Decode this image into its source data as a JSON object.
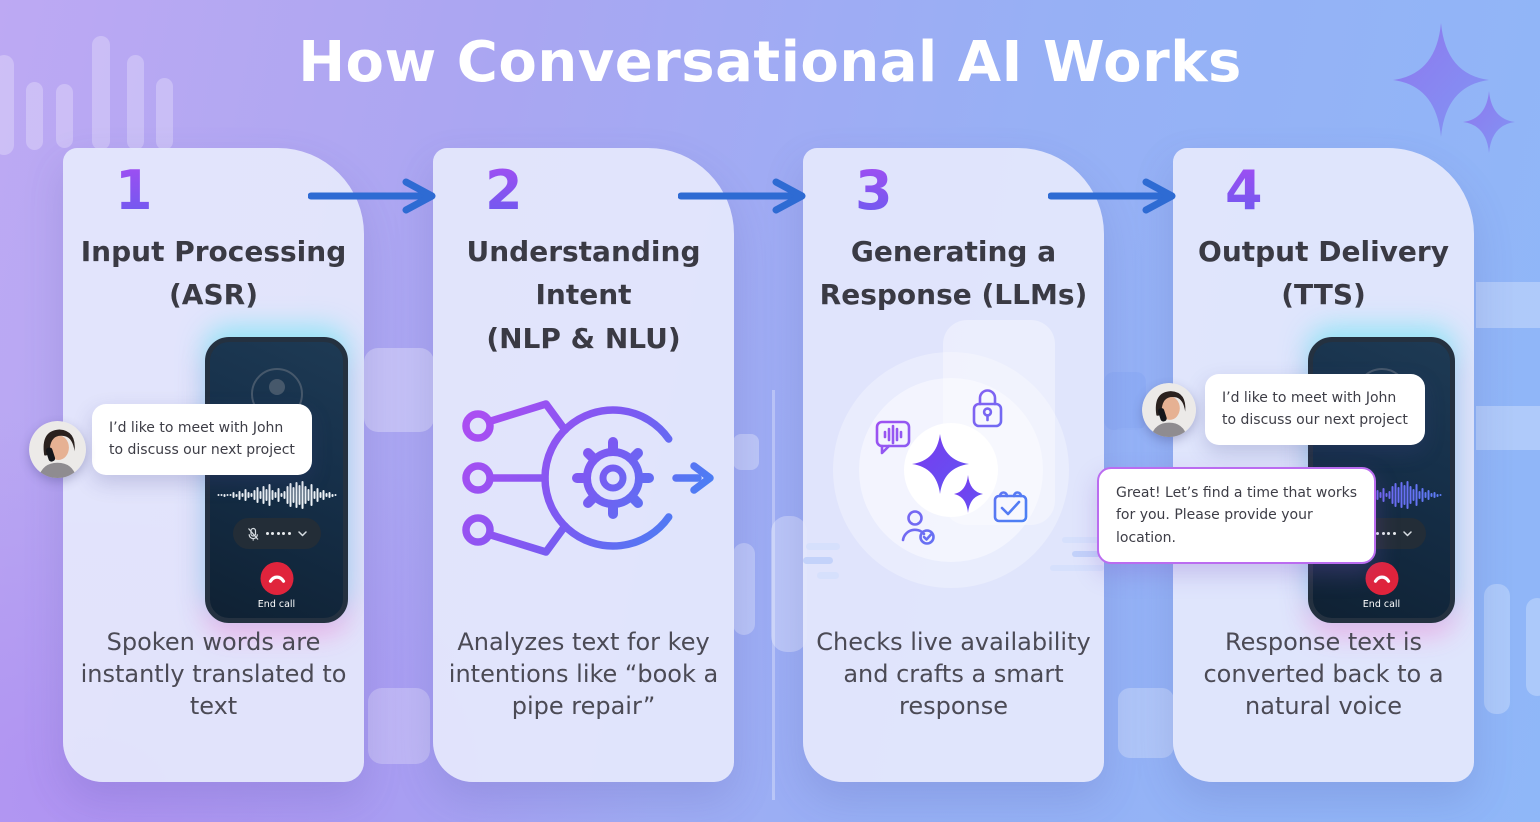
{
  "title": "How Conversational AI Works",
  "steps": [
    {
      "number": "1",
      "title": "Input Processing\n(ASR)",
      "description": "Spoken words are\ninstantly translated to\ntext"
    },
    {
      "number": "2",
      "title": "Understanding\nIntent\n(NLP & NLU)",
      "description": "Analyzes text for key\nintentions like “book a\npipe repair”"
    },
    {
      "number": "3",
      "title": "Generating a\nResponse (LLMs)",
      "description": "Checks live availability\nand crafts a smart\nresponse"
    },
    {
      "number": "4",
      "title": "Output Delivery\n(TTS)",
      "description": "Response text is\nconverted back to a\nnatural voice"
    }
  ],
  "phone_ui": {
    "end_call_label": "End call"
  },
  "chat": {
    "user_message": "I’d like to meet with John\nto discuss our next project",
    "ai_message": "Great! Let’s find a time that works\nfor you. Please provide your\nlocation."
  },
  "icons": {
    "sparkle": "four-point-star",
    "flow_arrow": "right-arrow",
    "mic_muted": "microphone-muted",
    "chevron": "chevron-down",
    "end_call": "phone-hang-up",
    "lock": "padlock-outline",
    "calendar": "calendar-check-outline",
    "voice_message": "speech-bubble-waveform",
    "person_check": "person-check-outline",
    "network_gear": "nodes-to-gear-arrow"
  },
  "colors": {
    "background_left": "#b9a4f2",
    "background_right": "#8fb7f8",
    "card_background": "#e5e7fb",
    "step_number_top": "#a04ef2",
    "step_number_bottom": "#6d5aef",
    "arrow_blue": "#2e6bd3",
    "title_text": "#ffffff",
    "heading_text": "#3a3a44",
    "body_text": "#4b4a55",
    "end_call_red": "#e0243c",
    "ai_bubble_border": "#bb6cf0",
    "phone_screen": "#142c44"
  }
}
